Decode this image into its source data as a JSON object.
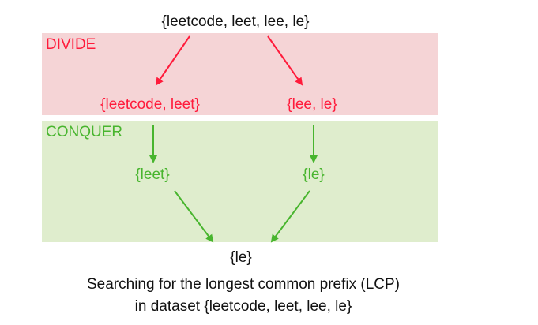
{
  "top_set": "{leetcode, leet, lee, le}",
  "divide": {
    "label": "DIVIDE",
    "left_set": "{leetcode, leet}",
    "right_set": "{lee, le}",
    "color": "#ff1b3b",
    "band_color": "#f5d4d6"
  },
  "conquer": {
    "label": "CONQUER",
    "left_result": "{leet}",
    "right_result": "{le}",
    "color": "#48b52e",
    "band_color": "#dfedcd"
  },
  "final_result": "{le}",
  "caption": {
    "line1": "Searching for the longest common prefix (LCP)",
    "line2": "in dataset {leetcode, leet, lee, le}"
  }
}
